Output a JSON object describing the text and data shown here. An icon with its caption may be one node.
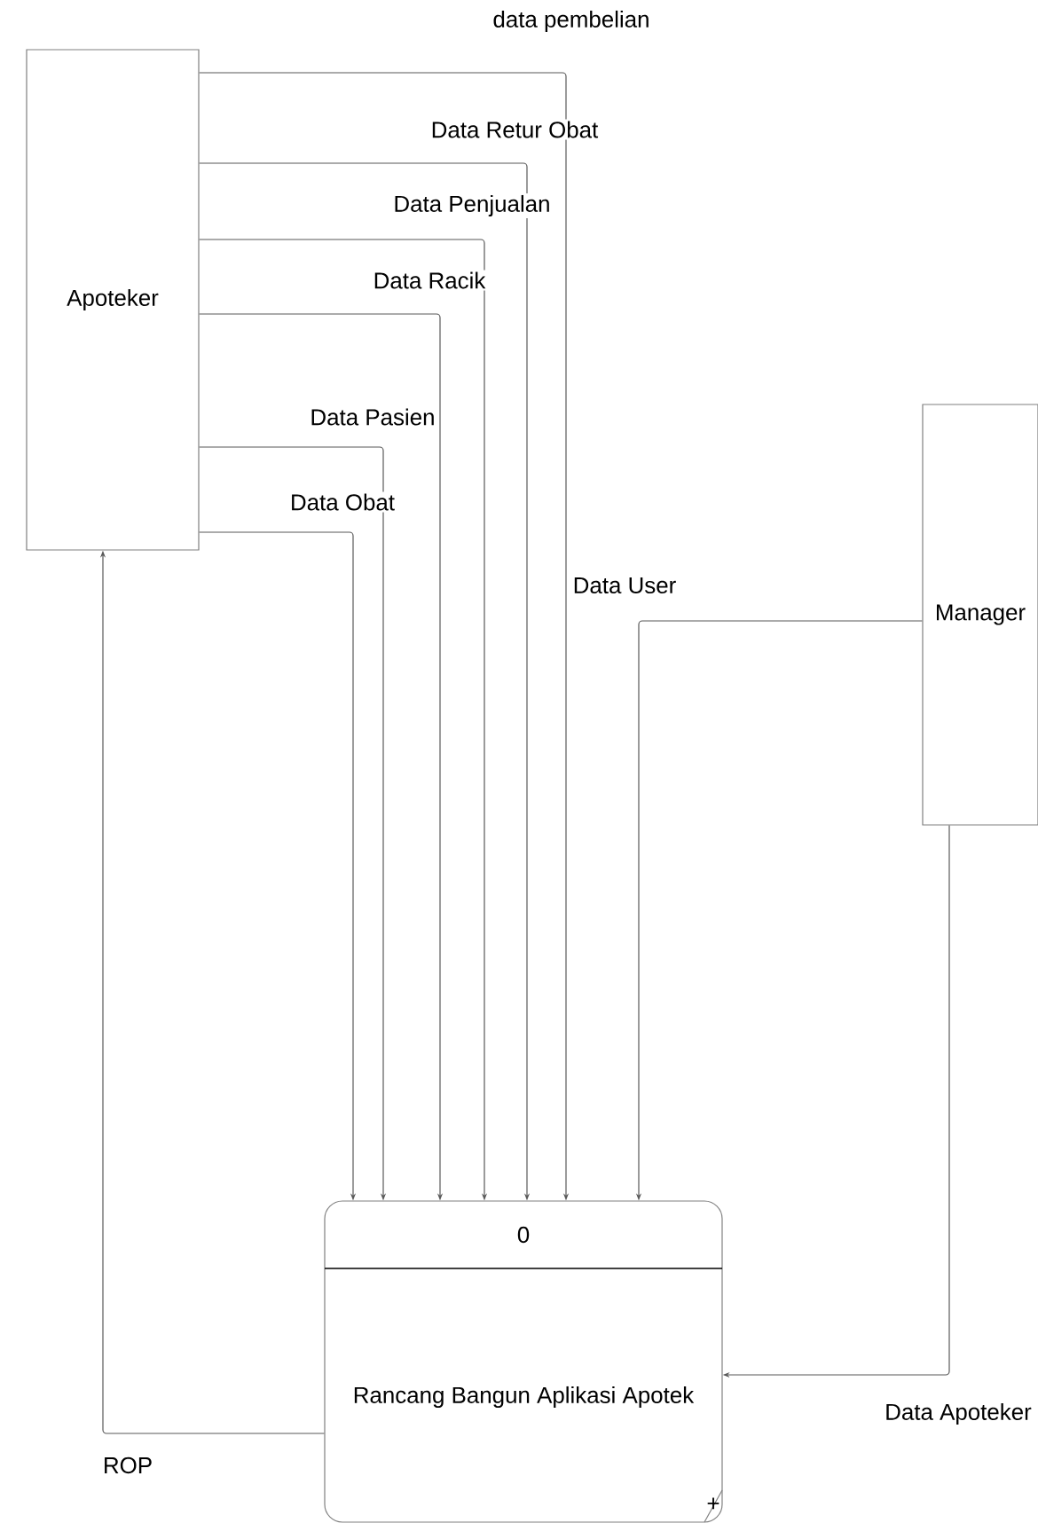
{
  "diagram": {
    "nodes": [
      {
        "text": [
          "Apoteker"
        ]
      },
      {
        "text": [
          "Manager"
        ]
      },
      {
        "text": [
          "0",
          "Rancang Bangun Aplikasi Apotek"
        ]
      }
    ],
    "edges": [
      {
        "from": 0,
        "to": 2,
        "arrow": "to",
        "label": "data pembelian"
      },
      {
        "from": 0,
        "to": 2,
        "arrow": "to",
        "label": "Data Retur Obat"
      },
      {
        "from": 0,
        "to": 2,
        "arrow": "to",
        "label": "Data Penjualan"
      },
      {
        "from": 0,
        "to": 2,
        "arrow": "to",
        "label": "Data Racik"
      },
      {
        "from": 0,
        "to": 2,
        "arrow": "to",
        "label": "Data Pasien"
      },
      {
        "from": 0,
        "to": 2,
        "arrow": "to",
        "label": "Data Obat"
      },
      {
        "from": 1,
        "to": 2,
        "arrow": "to",
        "label": "Data User"
      },
      {
        "from": 1,
        "to": 2,
        "arrow": "to",
        "label": "Data Apoteker"
      },
      {
        "from": 2,
        "to": 0,
        "arrow": "to",
        "label": "ROP"
      }
    ],
    "labels": [
      "+"
    ]
  }
}
